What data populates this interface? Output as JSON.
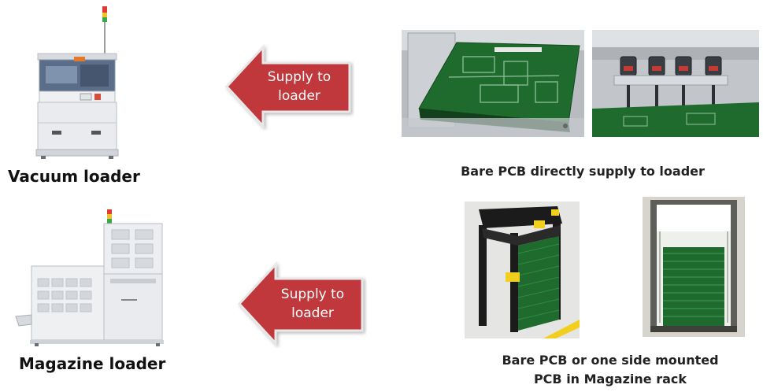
{
  "machines": {
    "vacuum_label": "Vacuum loader",
    "magazine_label": "Magazine loader"
  },
  "arrows": {
    "top": {
      "line1": "Supply to",
      "line2": "loader"
    },
    "bottom": {
      "line1": "Supply to",
      "line2": "loader"
    }
  },
  "captions": {
    "top": "Bare PCB directly supply to loader",
    "bottom_line1": "Bare PCB or one side mounted",
    "bottom_line2": "PCB in Magazine rack"
  },
  "colors": {
    "arrow_fill": "#c0393a",
    "pcb_green": "#1f6b2e",
    "machine_panel": "#e9ebee",
    "rack_black": "#1b1b1b",
    "warning_yellow": "#f2cf1f"
  }
}
